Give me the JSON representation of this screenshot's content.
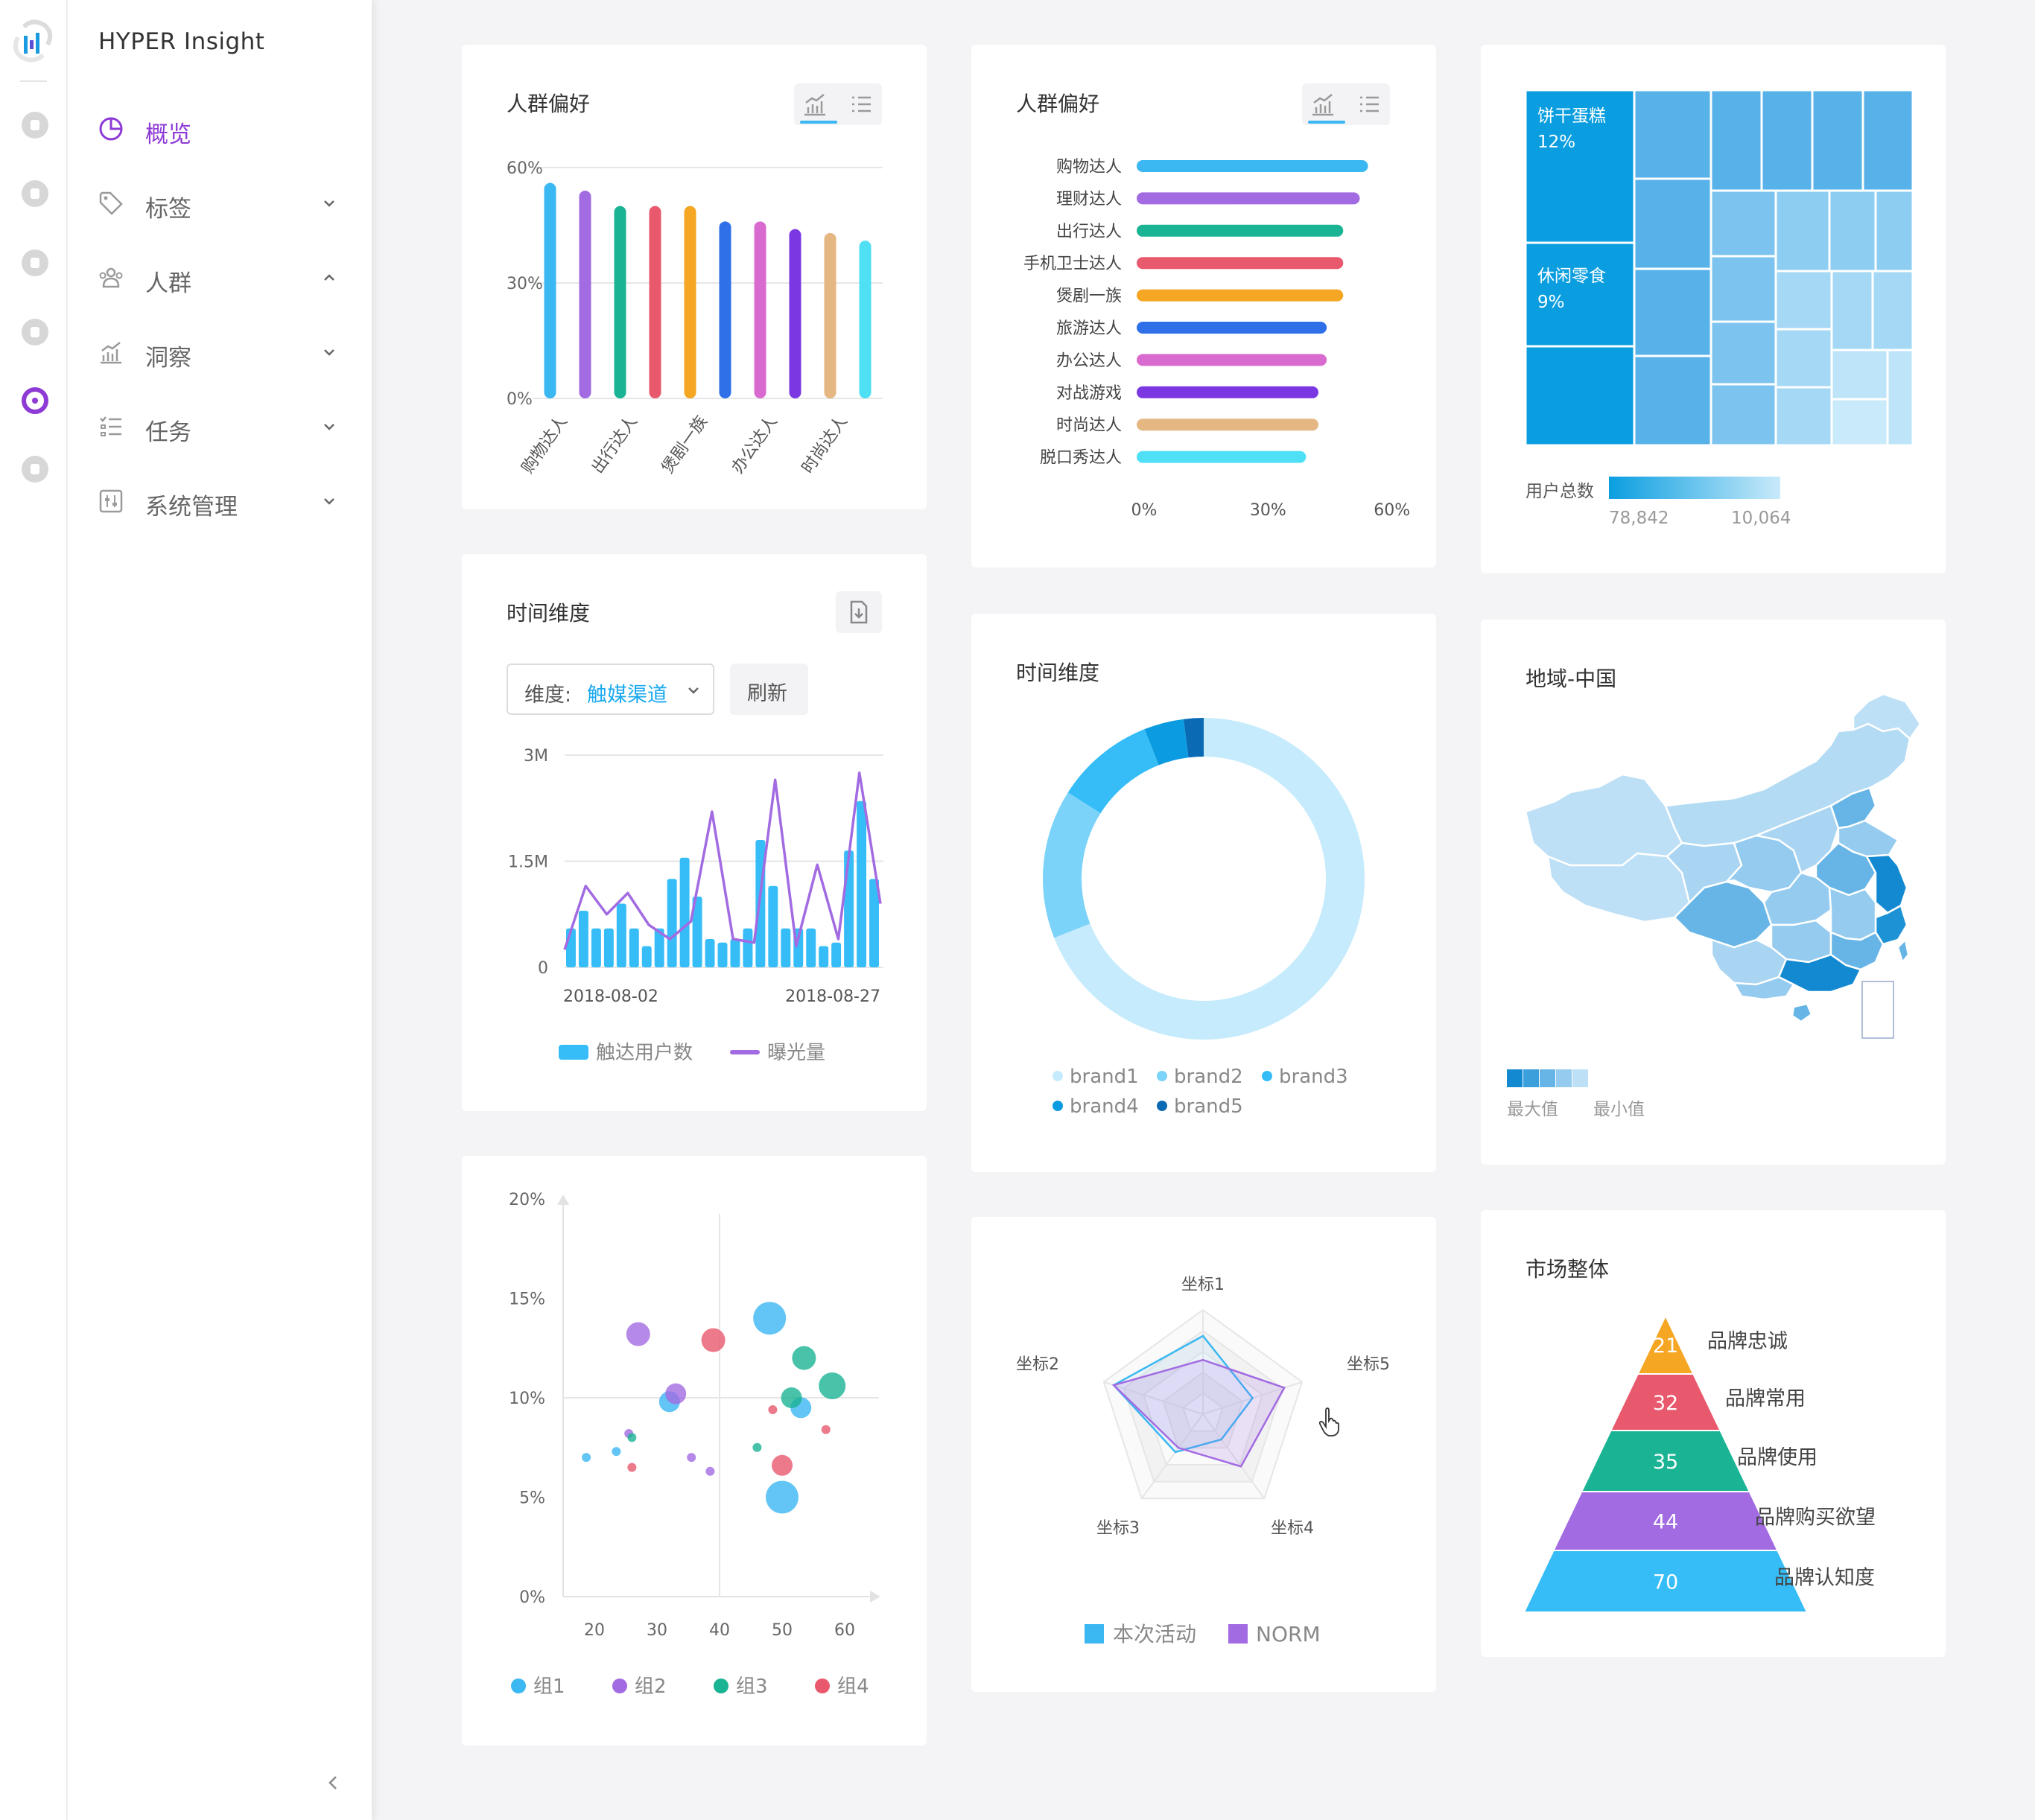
{
  "app": {
    "title": "HYPER Insight"
  },
  "sidebar": {
    "items": [
      {
        "label": "概览"
      },
      {
        "label": "标签"
      },
      {
        "label": "人群"
      },
      {
        "label": "洞察"
      },
      {
        "label": "任务"
      },
      {
        "label": "系统管理"
      }
    ]
  },
  "colors": {
    "accent": "#8e3bd6",
    "blue": "#3bb7f2",
    "purple": "#a26be2",
    "green": "#1ab394",
    "red": "#e9596d",
    "orange": "#f5a623"
  },
  "cards": {
    "preference_vertical": {
      "title": "人群偏好"
    },
    "preference_horizontal": {
      "title": "人群偏好"
    },
    "treemap": {
      "legend_title": "用户总数",
      "legend_max": "78,842",
      "legend_min": "10,064"
    },
    "time_bar_line": {
      "title": "时间维度",
      "dimension_label": "维度:",
      "dimension_value": "触媒渠道",
      "refresh_label": "刷新"
    },
    "donut": {
      "title": "时间维度"
    },
    "map": {
      "title": "地域-中国",
      "legend_max": "最大值",
      "legend_min": "最小值"
    },
    "scatter": {},
    "radar": {},
    "funnel": {
      "title": "市场整体"
    }
  },
  "chart_data": [
    {
      "type": "bar",
      "categories": [
        "购物达人",
        "理财达人",
        "出行达人",
        "手机卫士达人",
        "煲剧一族",
        "旅游达人",
        "办公达人",
        "对战游戏",
        "时尚达人",
        "脱口秀达人"
      ],
      "tick_labels_shown": [
        "购物达人",
        "出行达人",
        "煲剧一族",
        "办公达人",
        "时尚达人"
      ],
      "values": [
        56,
        54,
        50,
        50,
        50,
        46,
        46,
        44,
        43,
        41
      ],
      "ylim": [
        0,
        60
      ],
      "y_ticks": [
        "0%",
        "30%",
        "60%"
      ],
      "colors": [
        "#3bb7f2",
        "#a26be2",
        "#1ab394",
        "#e9596d",
        "#f5a623",
        "#2f6fe8",
        "#d96bd0",
        "#7b38e2",
        "#e5b783",
        "#4fe0f5"
      ]
    },
    {
      "type": "bar",
      "orientation": "horizontal",
      "categories": [
        "购物达人",
        "理财达人",
        "出行达人",
        "手机卫士达人",
        "煲剧一族",
        "旅游达人",
        "办公达人",
        "对战游戏",
        "时尚达人",
        "脱口秀达人"
      ],
      "values": [
        56,
        54,
        50,
        50,
        50,
        46,
        46,
        44,
        44,
        41
      ],
      "xlim": [
        0,
        66
      ],
      "x_ticks": [
        "0%",
        "30%",
        "60%"
      ],
      "colors": [
        "#3bb7f2",
        "#a26be2",
        "#1ab394",
        "#e9596d",
        "#f5a623",
        "#2f6fe8",
        "#d96bd0",
        "#7b38e2",
        "#e5b783",
        "#4fe0f5"
      ]
    },
    {
      "type": "treemap",
      "labeled_cells": [
        {
          "name": "饼干蛋糕",
          "value": "12%"
        },
        {
          "name": "休闲零食",
          "value": "9%"
        }
      ]
    },
    {
      "type": "bar",
      "x_start": "2018-08-02",
      "x_end": "2018-08-27",
      "ylim": [
        0,
        3000000
      ],
      "y_ticks": [
        "0",
        "1.5M",
        "3M"
      ],
      "series": [
        {
          "name": "触达用户数",
          "type": "bar",
          "values": [
            0.55,
            0.8,
            0.55,
            0.55,
            0.9,
            0.55,
            0.3,
            0.55,
            1.25,
            1.55,
            1.0,
            0.4,
            0.35,
            0.4,
            0.55,
            1.8,
            1.15,
            0.55,
            0.55,
            0.55,
            0.3,
            0.35,
            1.65,
            2.35,
            1.25
          ]
        },
        {
          "name": "曝光量",
          "type": "line",
          "values": [
            0.25,
            1.15,
            0.75,
            1.05,
            0.6,
            0.4,
            0.65,
            2.2,
            0.4,
            0.35,
            2.65,
            0.3,
            1.45,
            0.4,
            2.75,
            0.9
          ]
        }
      ]
    },
    {
      "type": "pie",
      "style": "donut",
      "labels": [
        "brand1",
        "brand2",
        "brand3",
        "brand4",
        "brand5"
      ],
      "values": [
        69,
        15,
        10,
        4,
        2
      ],
      "colors": [
        "#c5ebfc",
        "#7cd3fa",
        "#36bdf7",
        "#0b9be0",
        "#0a6bb4"
      ]
    },
    {
      "type": "heatmap",
      "subtype": "choropleth",
      "region": "中国",
      "scale": [
        "最大值",
        "最小值"
      ],
      "scale_colors": [
        "#1289d0",
        "#3b9fdc",
        "#66b5e6",
        "#94cbef",
        "#bde0f6"
      ]
    },
    {
      "type": "scatter",
      "xlim": [
        15,
        65
      ],
      "ylim": [
        0,
        20
      ],
      "x_ticks": [
        "20",
        "30",
        "40",
        "50",
        "60"
      ],
      "y_ticks": [
        "0%",
        "5%",
        "10%",
        "15%",
        "20%"
      ],
      "series": [
        {
          "name": "组1",
          "color": "#3bb7f2",
          "points": [
            [
              23.5,
              7.3,
              3
            ],
            [
              32,
              9.8,
              7
            ],
            [
              48,
              14,
              11
            ],
            [
              50,
              5,
              11
            ],
            [
              53,
              9.5,
              7
            ],
            [
              18.7,
              7,
              3
            ]
          ]
        },
        {
          "name": "组2",
          "color": "#a26be2",
          "points": [
            [
              27,
              13.2,
              8
            ],
            [
              33,
              10.2,
              7
            ],
            [
              25.5,
              8.2,
              3
            ],
            [
              35.5,
              7,
              3
            ],
            [
              38.5,
              6.3,
              3
            ]
          ]
        },
        {
          "name": "组3",
          "color": "#1ab394",
          "points": [
            [
              53.5,
              12,
              8
            ],
            [
              51.5,
              10,
              7
            ],
            [
              58,
              10.6,
              9
            ],
            [
              46,
              7.5,
              3
            ],
            [
              26,
              8,
              3
            ]
          ]
        },
        {
          "name": "组4",
          "color": "#e9596d",
          "points": [
            [
              39,
              12.9,
              8
            ],
            [
              50,
              6.6,
              7
            ],
            [
              48.5,
              9.4,
              3
            ],
            [
              57,
              8.4,
              3
            ],
            [
              26,
              6.5,
              3
            ]
          ]
        }
      ]
    },
    {
      "type": "radar",
      "axes": [
        "坐标1",
        "坐标5",
        "坐标4",
        "坐标3",
        "坐标2"
      ],
      "max": 100,
      "series": [
        {
          "name": "本次活动",
          "color": "#3bb7f2",
          "values": [
            75,
            50,
            30,
            45,
            90
          ]
        },
        {
          "name": "NORM",
          "color": "#a26be2",
          "values": [
            52,
            82,
            62,
            40,
            90
          ]
        }
      ]
    },
    {
      "type": "funnel",
      "labels": [
        "品牌忠诚",
        "品牌常用",
        "品牌使用",
        "品牌购买欲望",
        "品牌认知度"
      ],
      "values": [
        21,
        32,
        35,
        44,
        70
      ],
      "colors": [
        "#f5a623",
        "#e9596d",
        "#1ab394",
        "#a26be2",
        "#36bdf7"
      ]
    }
  ]
}
